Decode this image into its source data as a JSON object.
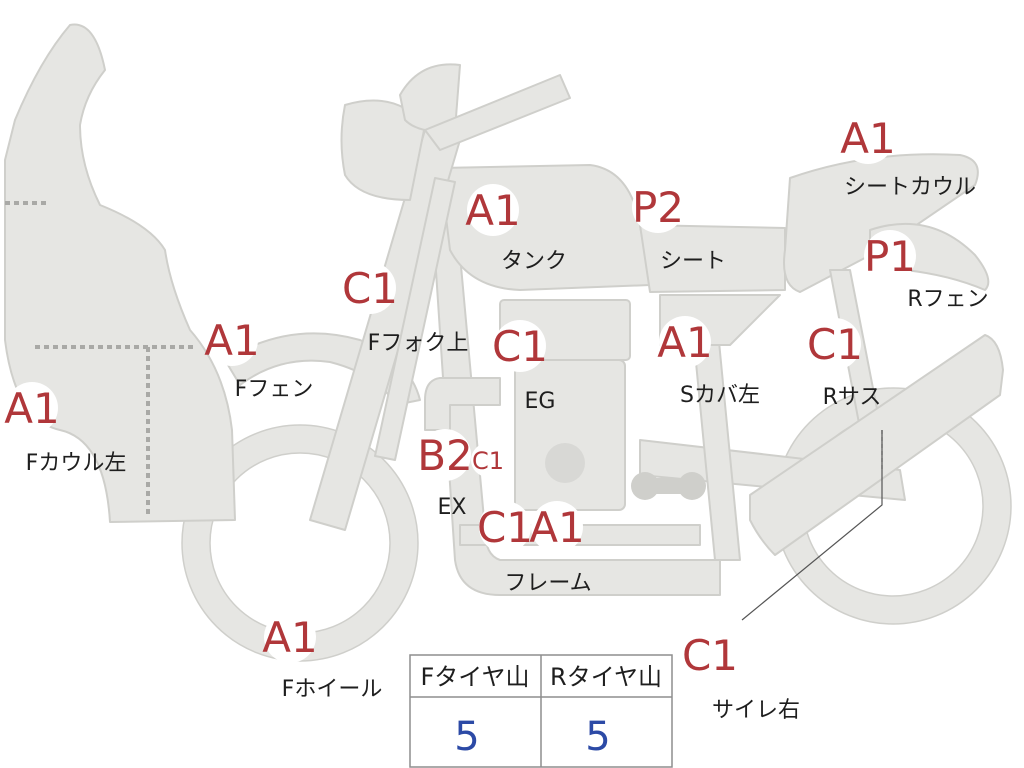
{
  "colors": {
    "body_fill": "#e6e6e3",
    "body_stroke": "#cfcfcb",
    "grade_text": "#b0373a",
    "tire_value": "#2c4aa6",
    "label_text": "#1e1e1e"
  },
  "markers": [
    {
      "id": "fcowl-left",
      "grade": "A1",
      "label": "Fカウル左"
    },
    {
      "id": "ffender",
      "grade": "A1",
      "label": "Fフェン"
    },
    {
      "id": "ffork-upper",
      "grade": "C1",
      "label": "Fフォク上"
    },
    {
      "id": "tank",
      "grade": "A1",
      "label": "タンク"
    },
    {
      "id": "seat",
      "grade": "P2",
      "label": "シート"
    },
    {
      "id": "seat-cowl",
      "grade": "A1",
      "label": "シートカウル"
    },
    {
      "id": "rfender",
      "grade": "P1",
      "label": "Rフェン"
    },
    {
      "id": "engine",
      "grade": "C1",
      "label": "EG"
    },
    {
      "id": "scover-left",
      "grade": "A1",
      "label": "Sカバ左"
    },
    {
      "id": "rsus",
      "grade": "C1",
      "label": "Rサス"
    },
    {
      "id": "exhaust",
      "grade": "B2",
      "label": "EX"
    },
    {
      "id": "exhaust-sub",
      "grade": "C1",
      "label": ""
    },
    {
      "id": "frame-c1",
      "grade": "C1",
      "label": ""
    },
    {
      "id": "frame",
      "grade": "A1",
      "label": "フレーム"
    },
    {
      "id": "fwheel",
      "grade": "A1",
      "label": "Fホイール"
    },
    {
      "id": "silencer-right",
      "grade": "C1",
      "label": "サイレ右"
    }
  ],
  "tire_table": {
    "headers": [
      "Fタイヤ山",
      "Rタイヤ山"
    ],
    "values": [
      "5",
      "5"
    ]
  }
}
